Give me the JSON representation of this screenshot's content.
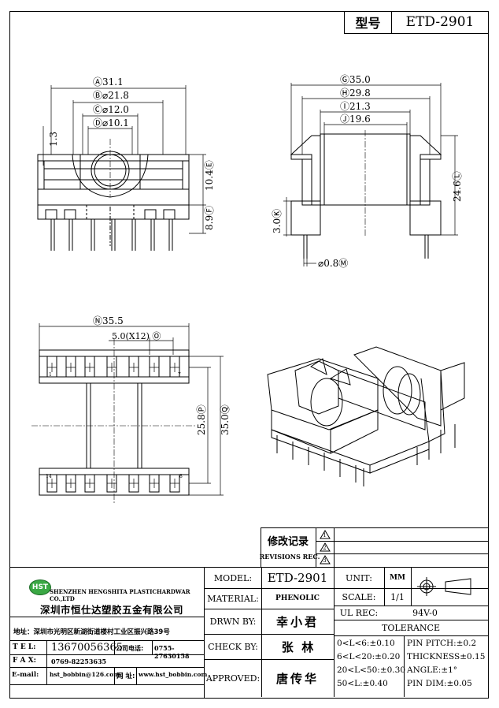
{
  "header": {
    "model_label": "型号",
    "model_value": "ETD-2901"
  },
  "front_view": {
    "dims": {
      "A": "Ⓐ31.1",
      "B": "Ⓑ⌀21.8",
      "C": "Ⓒ⌀12.0",
      "D": "Ⓓ⌀10.1",
      "left_1_3": "1.3",
      "E": "10.4Ⓔ",
      "F": "8.9Ⓕ"
    }
  },
  "side_view": {
    "dims": {
      "G": "Ⓖ35.0",
      "H": "Ⓗ29.8",
      "I": "Ⓘ21.3",
      "J": "Ⓙ19.6",
      "K": "3.0Ⓚ",
      "L": "24.6Ⓛ",
      "M": "⌀0.8Ⓜ"
    }
  },
  "bottom_view": {
    "dims": {
      "N": "Ⓝ35.5",
      "O": "5.0(X12) Ⓞ",
      "P": "25.8Ⓟ",
      "Q": "35.0Ⓠ"
    },
    "pin_labels": {
      "p1": "1",
      "p7": "7",
      "p14": "14",
      "p8": "8"
    }
  },
  "revisions": {
    "title": "修改记录",
    "subtitle": "REVISIONS REC.",
    "marks": [
      "1",
      "2",
      "3"
    ]
  },
  "company": {
    "logo": "HST",
    "name_en": "SHENZHEN HENGSHITA PLASTICHARDWAR CO.,LTD",
    "name_cn": "深圳市恒仕达塑胶五金有限公司",
    "address": "地址：深圳市光明区新湖街道楼村工业区振兴路39号",
    "tel_label": "T E L:",
    "tel": "13670056365",
    "company_tel_label": "公司电话:",
    "company_tel": "0755-27630158",
    "fax_label": "F A X:",
    "fax": "0769-82253635",
    "email_label": "E-mail:",
    "email": "hst_bobbin@126.com",
    "web_label": "网 址:",
    "web": "www.hst_bobbin.com"
  },
  "title_block": {
    "model_label": "MODEL:",
    "model": "ETD-2901",
    "material_label": "MATERIAL:",
    "material": "PHENOLIC",
    "drawn_label": "DRWN BY:",
    "drawn": "幸小君",
    "check_label": "CHECK BY:",
    "check": "张  林",
    "approved_label": "APPROVED:",
    "approved": "唐传华",
    "unit_label": "UNIT:",
    "unit": "MM",
    "scale_label": "SCALE:",
    "scale": "1/1",
    "ul_label": "UL REC:",
    "ul": "94V-0",
    "tolerance_label": "TOLERANCE",
    "tol_left": [
      "0<L<6:±0.10",
      "6<L<20:±0.20",
      "20<L<50:±0.30",
      "50<L:±0.40"
    ],
    "tol_right": [
      "PIN PITCH:±0.2",
      "THICKNESS±0.15",
      "ANGLE:±1°",
      "PIN DIM:±0.05"
    ]
  }
}
